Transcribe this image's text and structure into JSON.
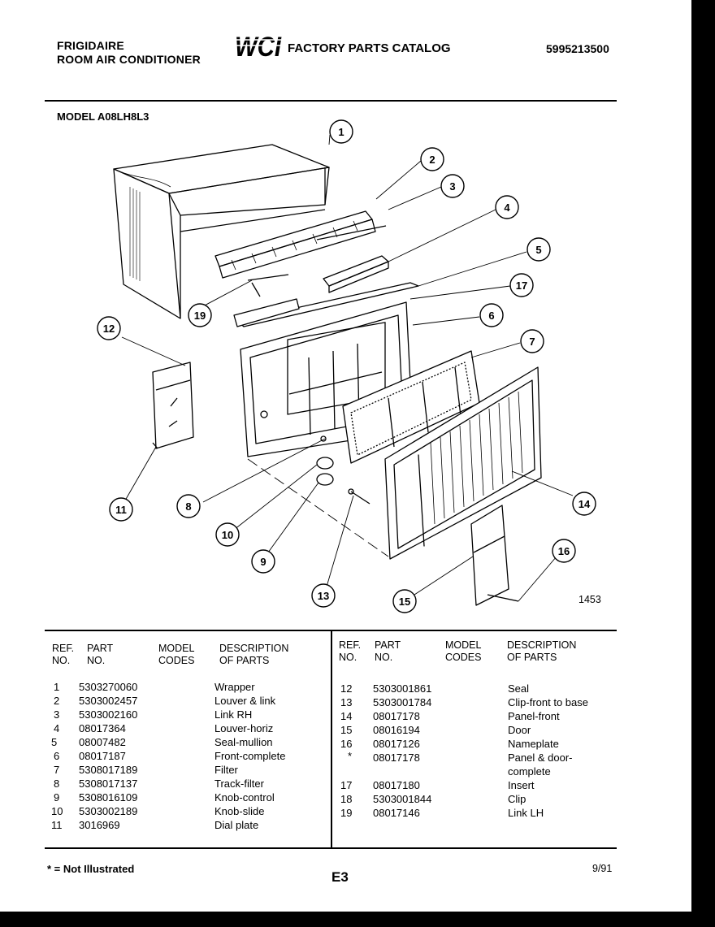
{
  "header": {
    "brand_line1": "FRIGIDAIRE",
    "brand_line2": "ROOM AIR CONDITIONER",
    "logo_text": "WCI",
    "catalog_title": "FACTORY PARTS CATALOG",
    "doc_number": "5995213500",
    "model_label": "MODEL A08LH8L3"
  },
  "diagram": {
    "figure_number": "1453",
    "callouts": [
      "1",
      "2",
      "3",
      "4",
      "5",
      "17",
      "6",
      "7",
      "12",
      "19",
      "11",
      "8",
      "10",
      "9",
      "13",
      "14",
      "15",
      "16"
    ]
  },
  "table": {
    "headers": {
      "ref_line1": "REF.",
      "ref_line2": "NO.",
      "part_line1": "PART",
      "part_line2": "NO.",
      "model_line1": "MODEL",
      "model_line2": "CODES",
      "desc_line1": "DESCRIPTION",
      "desc_line2": "OF PARTS"
    },
    "left_rows": [
      {
        "ref": "1",
        "part": "5303270060",
        "desc": "Wrapper"
      },
      {
        "ref": "2",
        "part": "5303002457",
        "desc": "Louver & link"
      },
      {
        "ref": "3",
        "part": "5303002160",
        "desc": "Link RH"
      },
      {
        "ref": "4",
        "part": "08017364",
        "desc": "Louver-horiz"
      },
      {
        "ref": "5",
        "part": "08007482",
        "desc": "Seal-mullion"
      },
      {
        "ref": "6",
        "part": "08017187",
        "desc": "Front-complete"
      },
      {
        "ref": "7",
        "part": "5308017189",
        "desc": "Filter"
      },
      {
        "ref": "8",
        "part": "5308017137",
        "desc": "Track-filter"
      },
      {
        "ref": "9",
        "part": "5308016109",
        "desc": "Knob-control"
      },
      {
        "ref": "10",
        "part": "5303002189",
        "desc": "Knob-slide"
      },
      {
        "ref": "11",
        "part": "3016969",
        "desc": "Dial plate"
      }
    ],
    "right_rows": [
      {
        "ref": "12",
        "part": "5303001861",
        "desc": "Seal"
      },
      {
        "ref": "13",
        "part": "5303001784",
        "desc": "Clip-front to base"
      },
      {
        "ref": "14",
        "part": "08017178",
        "desc": "Panel-front"
      },
      {
        "ref": "15",
        "part": "08016194",
        "desc": "Door"
      },
      {
        "ref": "16",
        "part": "08017126",
        "desc": "Nameplate"
      },
      {
        "ref": "*",
        "part": "08017178",
        "desc": "Panel & door-",
        "desc2": "complete"
      },
      {
        "ref": "17",
        "part": "08017180",
        "desc": "Insert"
      },
      {
        "ref": "18",
        "part": "5303001844",
        "desc": "Clip"
      },
      {
        "ref": "19",
        "part": "08017146",
        "desc": "Link LH"
      }
    ]
  },
  "footer": {
    "footnote": "* = Not Illustrated",
    "page": "E3",
    "date": "9/91"
  }
}
